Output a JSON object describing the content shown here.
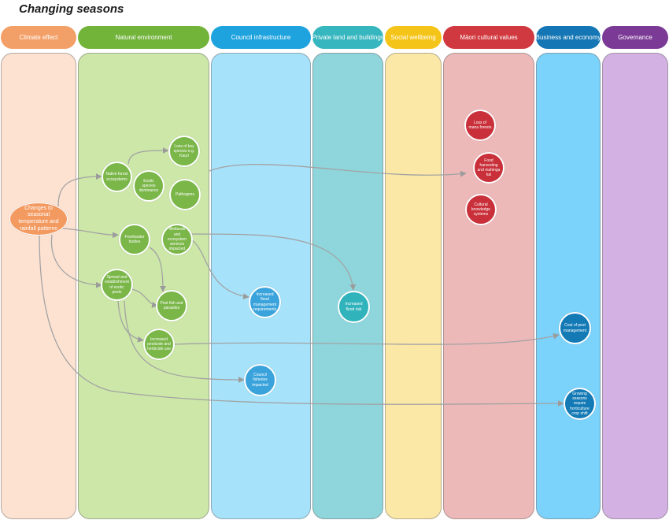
{
  "title": "Changing seasons",
  "columns": [
    {
      "label": "Climate effect",
      "color": "#f3a068",
      "fill": "#fde2d2"
    },
    {
      "label": "Natural environment",
      "color": "#72b33a",
      "fill": "#cce7a8"
    },
    {
      "label": "Council infrastructure",
      "color": "#1ea3de",
      "fill": "#a6e2fa"
    },
    {
      "label": "Private land and buildings",
      "color": "#36b6be",
      "fill": "#8ed6dc"
    },
    {
      "label": "Social wellbeing",
      "color": "#f5c418",
      "fill": "#fce8a6"
    },
    {
      "label": "Māori cultural values",
      "color": "#d0393f",
      "fill": "#edb8b8"
    },
    {
      "label": "Business and economy",
      "color": "#1476b4",
      "fill": "#7bd2fb"
    },
    {
      "label": "Governance",
      "color": "#7b3a96",
      "fill": "#d3b1e3"
    }
  ],
  "nodes": [
    {
      "id": "root",
      "label": "Changes to seasonal temperature and rainfall patterns",
      "color": "#f39a60"
    },
    {
      "id": "native",
      "label": "Native forest ecosystems",
      "color": "#7ab648"
    },
    {
      "id": "lossspecies",
      "label": "Loss of key species e.g. Kauri",
      "color": "#7ab648"
    },
    {
      "id": "exotic",
      "label": "Exotic species dominance",
      "color": "#7ab648"
    },
    {
      "id": "pathogens",
      "label": "Pathogens",
      "color": "#7ab648"
    },
    {
      "id": "freshwater",
      "label": "Freshwater bodies",
      "color": "#7ab648"
    },
    {
      "id": "wetlands",
      "label": "Wetlands and ecosystem services impacted",
      "color": "#7ab648"
    },
    {
      "id": "spread",
      "label": "Spread and establishment of exotic pests",
      "color": "#7ab648"
    },
    {
      "id": "pestfish",
      "label": "Pest fish and parasites",
      "color": "#7ab648"
    },
    {
      "id": "pesticide",
      "label": "Increased pesticide and herbicide use",
      "color": "#7ab648"
    },
    {
      "id": "floodmgmt",
      "label": "Increased flood management requirements",
      "color": "#3aa3dc"
    },
    {
      "id": "fisheries",
      "label": "Council fisheries impacted",
      "color": "#3aa3dc"
    },
    {
      "id": "floodrisk",
      "label": "Increased flood risk",
      "color": "#30b3bb"
    },
    {
      "id": "mana",
      "label": "Loss of mana forests",
      "color": "#c9303a"
    },
    {
      "id": "harvest",
      "label": "Food harvesting and mahinga kai",
      "color": "#c9303a"
    },
    {
      "id": "knowledge",
      "label": "Cultural knowledge systems",
      "color": "#c9303a"
    },
    {
      "id": "pestcost",
      "label": "Cost of pest management",
      "color": "#137ab6"
    },
    {
      "id": "growing",
      "label": "Growing seasons require horticulture crop shift",
      "color": "#137ab6"
    }
  ]
}
